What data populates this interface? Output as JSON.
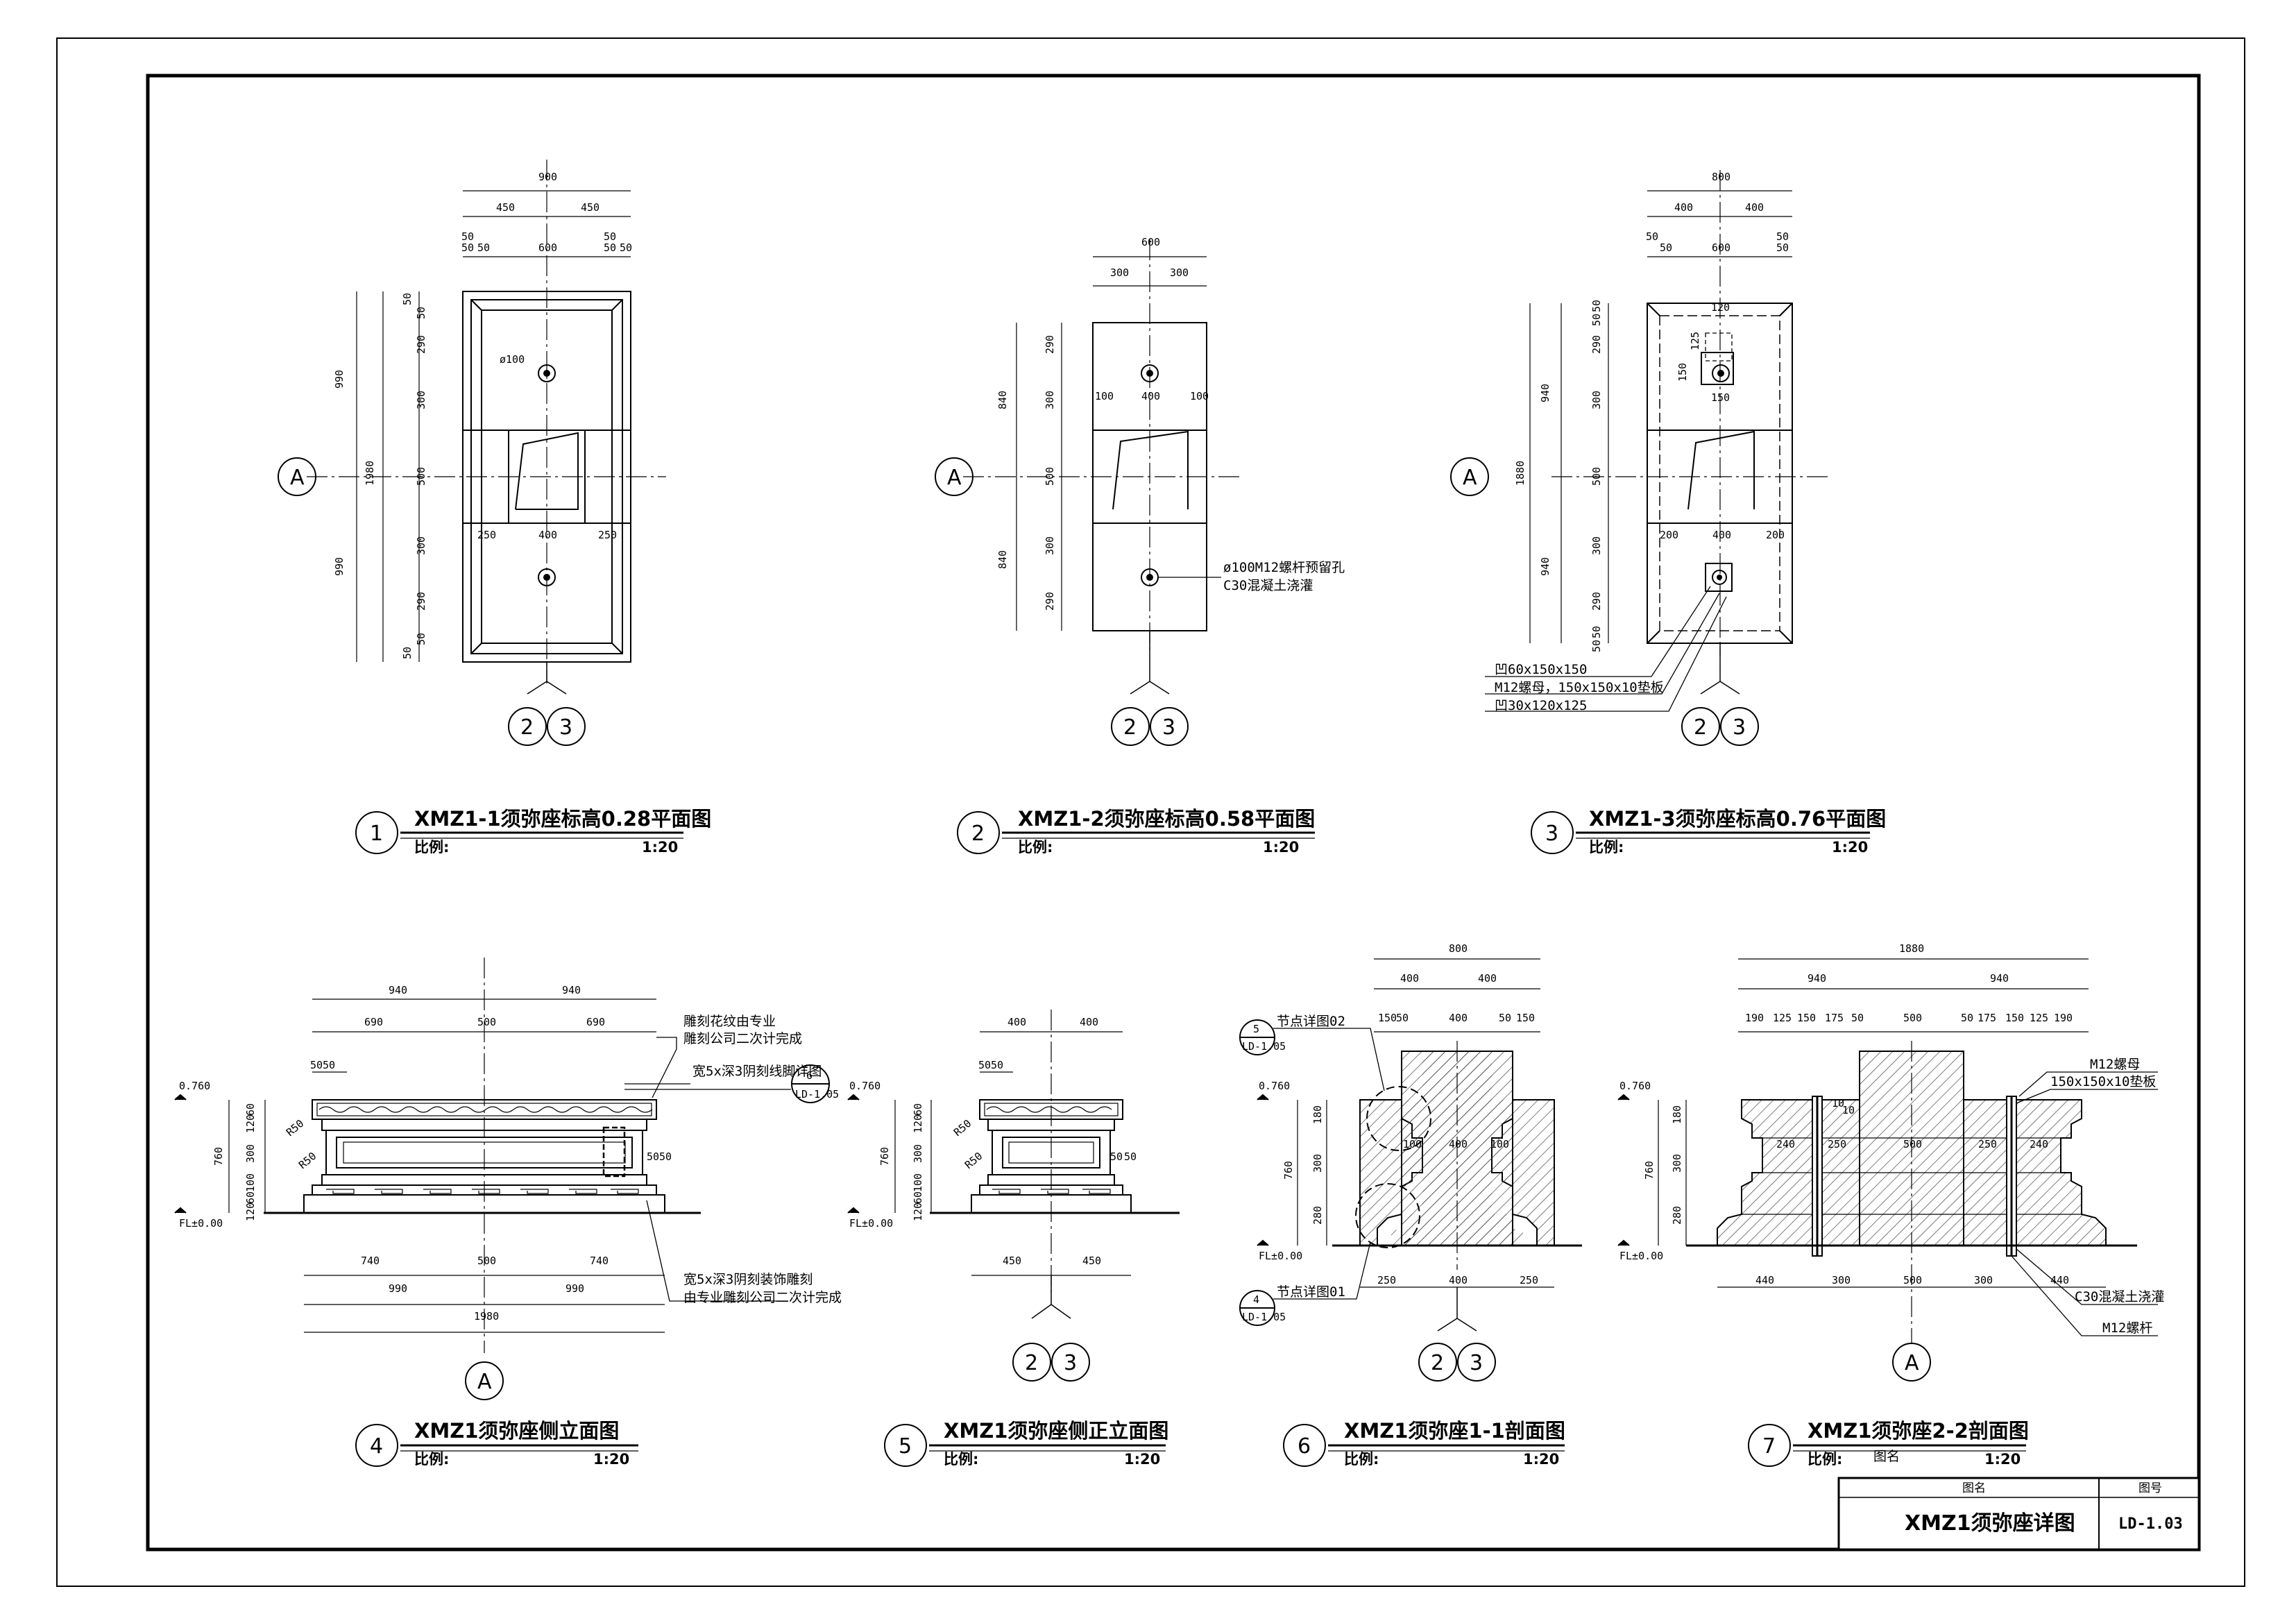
{
  "views": [
    {
      "number": "1",
      "title": "XMZ1-1须弥座标高0.28平面图",
      "scale_label": "比例:",
      "scale": "1:20"
    },
    {
      "number": "2",
      "title": "XMZ1-2须弥座标高0.58平面图",
      "scale_label": "比例:",
      "scale": "1:20"
    },
    {
      "number": "3",
      "title": "XMZ1-3须弥座标高0.76平面图",
      "scale_label": "比例:",
      "scale": "1:20"
    },
    {
      "number": "4",
      "title": "XMZ1须弥座侧立面图",
      "scale_label": "比例:",
      "scale": "1:20"
    },
    {
      "number": "5",
      "title": "XMZ1须弥座侧正立面图",
      "scale_label": "比例:",
      "scale": "1:20"
    },
    {
      "number": "6",
      "title": "XMZ1须弥座1-1剖面图",
      "scale_label": "比例:",
      "scale": "1:20"
    },
    {
      "number": "7",
      "title": "XMZ1须弥座2-2剖面图",
      "scale_label": "比例:",
      "scale": "1:20"
    }
  ],
  "plan1": {
    "dims_top": [
      "900",
      "450",
      "450",
      "50",
      "50",
      "600",
      "50",
      "50",
      "50",
      "50"
    ],
    "dims_left": [
      "990",
      "990",
      "1980",
      "50",
      "50",
      "290",
      "300",
      "500",
      "300",
      "290",
      "50",
      "50"
    ],
    "dims_inner": [
      "250",
      "400",
      "250"
    ],
    "hole": "ø100",
    "axis": "A",
    "section_refs": [
      "2",
      "3"
    ]
  },
  "plan2": {
    "dims_top": [
      "600",
      "300",
      "300"
    ],
    "dims_left": [
      "840",
      "840",
      "290",
      "300",
      "500",
      "300",
      "290"
    ],
    "dims_inner": [
      "100",
      "400",
      "100"
    ],
    "note_line1": "ø100M12螺杆预留孔",
    "note_line2": "C30混凝土浇灌",
    "axis": "A",
    "section_refs": [
      "2",
      "3"
    ]
  },
  "plan3": {
    "dims_top": [
      "800",
      "400",
      "400",
      "50",
      "50",
      "600",
      "50",
      "50"
    ],
    "dims_left": [
      "940",
      "940",
      "1880",
      "50",
      "50",
      "290",
      "300",
      "500",
      "300",
      "290",
      "50",
      "50"
    ],
    "dims_inner": [
      "200",
      "400",
      "200"
    ],
    "dims_detail": [
      "120",
      "125",
      "150",
      "150"
    ],
    "note_1": "凹60x150x150",
    "note_2": "M12螺母，150x150x10垫板",
    "note_3": "凹30x120x125",
    "axis": "A",
    "section_refs": [
      "2",
      "3"
    ]
  },
  "elev4": {
    "dims_top": [
      "940",
      "940",
      "690",
      "500",
      "690",
      "50",
      "50"
    ],
    "dims_left": [
      "0.760",
      "760",
      "60",
      "120",
      "300",
      "100",
      "60",
      "120",
      "FL±0.00"
    ],
    "dims_bottom": [
      "740",
      "500",
      "740",
      "990",
      "990",
      "1980"
    ],
    "radius_1": "R50",
    "radius_2": "R50",
    "dims_side": [
      "50",
      "50"
    ],
    "note_1a": "雕刻花纹由专业",
    "note_1b": "雕刻公司二次计完成",
    "note_2": "宽5x深3阴刻线脚详图",
    "note_3a": "宽5x深3阴刻装饰雕刻",
    "note_3b": "由专业雕刻公司二次计完成",
    "detail_ref_num": "6",
    "detail_ref_sheet": "LD-1.05",
    "axis": "A"
  },
  "elev5": {
    "dims_top": [
      "400",
      "400",
      "50",
      "50"
    ],
    "dims_left": [
      "0.760",
      "760",
      "60",
      "120",
      "300",
      "100",
      "60",
      "120",
      "FL±0.00"
    ],
    "dims_bottom": [
      "450",
      "450"
    ],
    "radius_1": "R50",
    "radius_2": "R50",
    "dims_side": [
      "50",
      "50"
    ],
    "section_refs": [
      "2",
      "3"
    ]
  },
  "sec6": {
    "dims_top": [
      "800",
      "400",
      "400",
      "150",
      "50",
      "400",
      "50",
      "150"
    ],
    "dims_left": [
      "0.760",
      "760",
      "180",
      "300",
      "280",
      "FL±0.00"
    ],
    "dims_inner": [
      "100",
      "400",
      "100"
    ],
    "dims_bottom": [
      "250",
      "400",
      "250"
    ],
    "detail_a_label": "节点详图02",
    "detail_a_num": "5",
    "detail_a_sheet": "LD-1.05",
    "detail_b_label": "节点详图01",
    "detail_b_num": "4",
    "detail_b_sheet": "LD-1.05",
    "section_refs": [
      "2",
      "3"
    ]
  },
  "sec7": {
    "dims_top": [
      "1880",
      "940",
      "940",
      "190",
      "125",
      "150",
      "175",
      "50",
      "500",
      "50",
      "175",
      "150",
      "125",
      "190"
    ],
    "dims_left": [
      "0.760",
      "760",
      "180",
      "300",
      "280",
      "FL±0.00"
    ],
    "dims_inner": [
      "240",
      "250",
      "500",
      "250",
      "240"
    ],
    "dims_bottom": [
      "440",
      "300",
      "500",
      "300",
      "440"
    ],
    "dims_small": [
      "10",
      "10"
    ],
    "note_nut": "M12螺母",
    "note_plate": "150x150x10垫板",
    "note_concrete": "C30混凝土浇灌",
    "note_bolt": "M12螺杆",
    "note_name": "图名",
    "axis": "A"
  },
  "title_block": {
    "name_header": "图名",
    "code_header": "图号",
    "drawing_title": "XMZ1须弥座详图",
    "drawing_code": "LD-1.03"
  }
}
